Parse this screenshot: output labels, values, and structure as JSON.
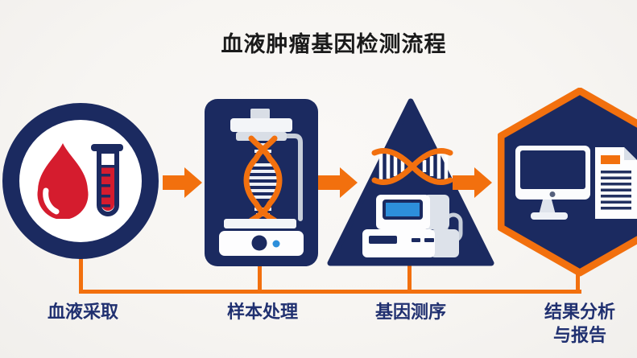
{
  "title": "血液肿瘤基因检测流程",
  "steps": [
    {
      "label": "血液采取",
      "shape": "circle",
      "icon": "blood-drop-test-tube-icon"
    },
    {
      "label": "样本处理",
      "shape": "rounded-rectangle",
      "icon": "dna-extraction-machine-icon"
    },
    {
      "label": "基因测序",
      "shape": "triangle",
      "icon": "dna-sequencer-icon"
    },
    {
      "label": "结果分析",
      "label_line2": "与报告",
      "shape": "hexagon",
      "icon": "computer-report-icon"
    }
  ],
  "colors": {
    "navy": "#1b2a60",
    "orange": "#f2700e",
    "blood_red": "#d51c2e",
    "accent_blue": "#2d8fdb",
    "label_text": "#203070",
    "title_text": "#1a1a1a",
    "background": "#f7f5f2"
  }
}
